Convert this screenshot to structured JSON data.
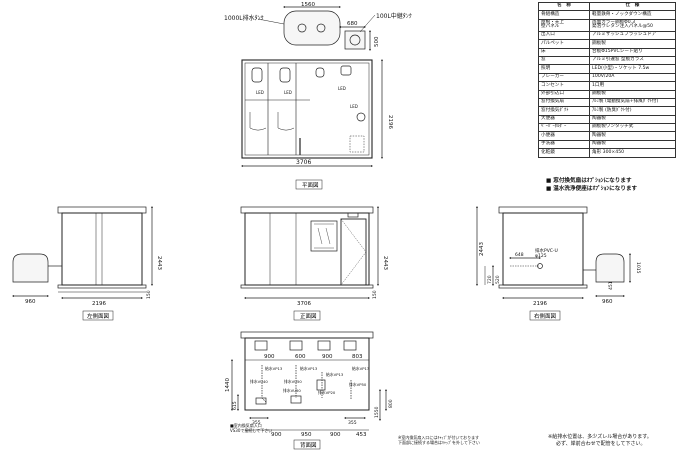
{
  "spec_table": {
    "headers": [
      "名　称",
      "仕　様"
    ],
    "rows": [
      [
        "骨組構造",
        "軽量鉄骨・ノックダウン構造"
      ],
      [
        "屋根・天上\n壁パネル",
        "両面カラー鋼板Φ0.3\n発泡ウレタン注入パネル@50"
      ],
      [
        "出入口",
        "アルミサッシュフラッシュドア"
      ],
      [
        "パルペット",
        "鋼板製"
      ],
      [
        "床",
        "合板Φ15PVCシート貼り"
      ],
      [
        "窓",
        "アルミ引違窓 型板ガラス"
      ],
      [
        "照明",
        "LED(小型)・ソケット 7.5w"
      ],
      [
        "ブレーカー",
        "100V/20A"
      ],
      [
        "コンセント",
        "1口用"
      ],
      [
        "外部引込口",
        "鋼板製"
      ],
      [
        "窓付換気扇",
        "ｱﾙﾐ製 (電動換気扇+排風ﾀﾞｸﾄ付)"
      ],
      [
        "窓付換気ﾀﾞｸﾄ",
        "ｱﾙﾐ製 (防臭ﾀﾞｸﾄ付)"
      ],
      [
        "大便器",
        "陶器製"
      ],
      [
        "ﾍﾟｰﾊﾟｰﾎﾙﾀﾞｰ",
        "鋼板製ワンタッチ式"
      ],
      [
        "小便器",
        "陶器製"
      ],
      [
        "手洗器",
        "陶器製"
      ],
      [
        "化粧鏡",
        "角形 300×450"
      ]
    ]
  },
  "notes_right": [
    "■ 窓付換気扇はｵﾌﾟｼｮﾝになります",
    "■ 温水洗浄便座はｵﾌﾟｼｮﾝになります"
  ],
  "notes_foot": [
    "※給排水位置は、多少ズレル場合があります。",
    "必ず、岸前合わせで配管をして下さい。"
  ],
  "plan": {
    "tank_left_label": "1000L排水ﾀﾝｸ",
    "tank_right_label": "100L中継ﾀﾝｸ",
    "dim_tank_width": "1560",
    "dim_tank_gap": "680",
    "dim_top_right": "500",
    "dim_depth": "2196",
    "dim_width": "3706",
    "led": [
      "LED",
      "LED",
      "LED",
      "LED"
    ],
    "caption": "平面図"
  },
  "left_elev": {
    "dim_height": "2443",
    "dim_width": "2196",
    "dim_tank": "960",
    "dim_base": "150",
    "caption": "左側面図"
  },
  "front_elev": {
    "dim_height": "2443",
    "dim_width": "3706",
    "dim_base": "150",
    "caption": "正面図"
  },
  "right_elev": {
    "dim_height": "2443",
    "dim_width": "2196",
    "dim_tank": "960",
    "dim_720": "720",
    "dim_520": "520",
    "dim_648": "648",
    "dim_451": "451",
    "dim_1015": "1015",
    "pipe_label": "排水PVC-U\nφ125",
    "caption": "右側面図"
  },
  "back_elev": {
    "dims_top": [
      "900",
      "600",
      "900",
      "803"
    ],
    "dims_bottom": [
      "900",
      "950",
      "900",
      "453"
    ],
    "dim_left_height": "1440",
    "dim_615": "615",
    "dim_355_left": "355",
    "dim_355_right": "355",
    "dim_1550": "1550",
    "dim_800": "800",
    "vp_labels": [
      "給水VP13",
      "給水VP13",
      "給水VP13",
      "給水VP13",
      "排水VU40",
      "排水VU50",
      "排水VP20",
      "排水VU50",
      "排水VP50"
    ],
    "note_left": [
      "■室内換気扇入口",
      "VS30で接続して下さい"
    ],
    "note_center": [
      "※室内換気扇入口にはｷｬｯﾌﾟが付いております",
      "下面部に接続する場合はｷｬｯﾌﾟを外して下さい"
    ],
    "caption": "背面図"
  },
  "colors": {
    "line": "#222222",
    "thin": "#555555",
    "tank_fill": "#f6f6f6"
  }
}
